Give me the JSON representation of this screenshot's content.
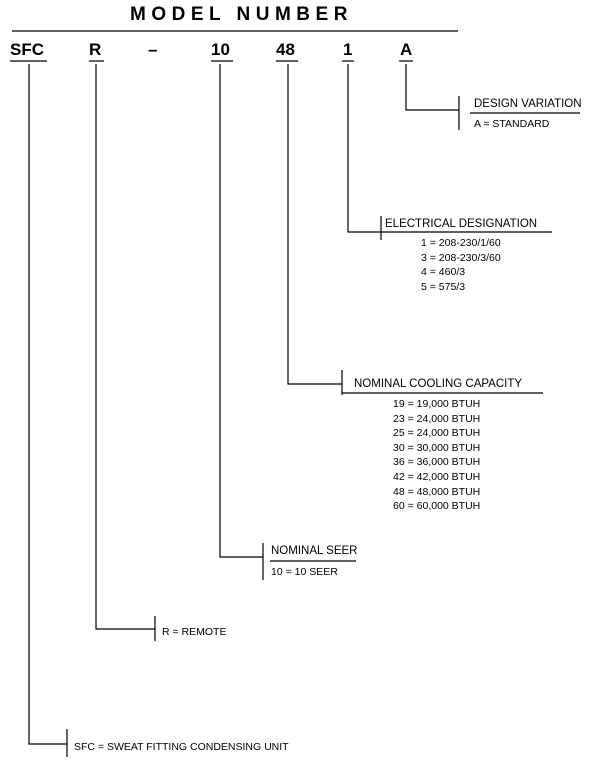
{
  "title": "MODEL NUMBER",
  "segments": {
    "sfc": "SFC",
    "r": "R",
    "dash": "–",
    "seer": "10",
    "capacity": "48",
    "electrical": "1",
    "design": "A"
  },
  "design_variation": {
    "heading": "DESIGN VARIATION",
    "options": [
      "A = STANDARD"
    ]
  },
  "electrical_designation": {
    "heading": "ELECTRICAL DESIGNATION",
    "options": [
      "1 = 208-230/1/60",
      "3 = 208-230/3/60",
      "4 = 460/3",
      "5 = 575/3"
    ]
  },
  "nominal_cooling_capacity": {
    "heading": "NOMINAL COOLING CAPACITY",
    "options": [
      "19 = 19,000 BTUH",
      "23 = 24,000 BTUH",
      "25 = 24,000 BTUH",
      "30 = 30,000 BTUH",
      "36 = 36,000 BTUH",
      "42 = 42,000 BTUH",
      "48 = 48,000 BTUH",
      "60 = 60,000 BTUH"
    ]
  },
  "nominal_seer": {
    "heading": "NOMINAL SEER",
    "options": [
      "10 = 10 SEER"
    ]
  },
  "remote": {
    "options": [
      "R = REMOTE"
    ]
  },
  "sweat_fitting": {
    "options": [
      "SFC = SWEAT FITTING CONDENSING UNIT"
    ]
  }
}
